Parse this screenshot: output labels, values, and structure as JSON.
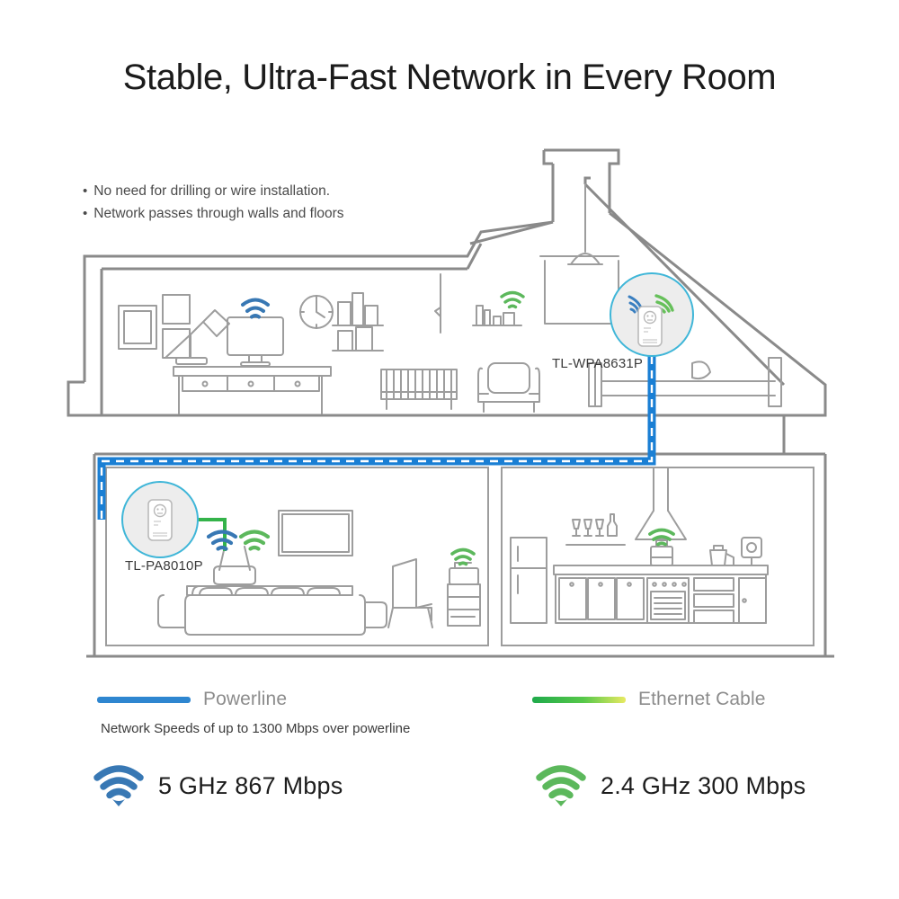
{
  "page": {
    "title": "Stable, Ultra-Fast Network in Every Room",
    "background": "#ffffff"
  },
  "bullets": [
    {
      "marker": "•",
      "text": "No need for drilling or wire installation."
    },
    {
      "marker": "•",
      "text": "Network passes through walls and floors"
    }
  ],
  "devices": [
    {
      "id": "wpa",
      "label": "TL-WPA8631P",
      "floor": "upper",
      "wifi": [
        "5ghz",
        "2.4ghz"
      ]
    },
    {
      "id": "pa",
      "label": "TL-PA8010P",
      "floor": "lower",
      "wifi": []
    }
  ],
  "legend": {
    "powerline": {
      "label": "Powerline",
      "color": "#2e86d0"
    },
    "ethernet": {
      "label": "Ethernet Cable",
      "color_start": "#1faa4b",
      "color_end": "#e8ea62"
    },
    "caption": "Network Speeds of up to 1300 Mbps over powerline"
  },
  "specs": [
    {
      "icon": "wifi-icon-5ghz",
      "text": "5 GHz  867 Mbps",
      "color": "#3878b4"
    },
    {
      "icon": "wifi-icon-24ghz",
      "text": "2.4 GHz  300 Mbps",
      "color": "#5cb85c"
    }
  ],
  "colors": {
    "line": "#8a8a8a",
    "line_light": "#9d9d9d",
    "wall": "#8a8a8a",
    "powerline_blue": "#1a7fd4",
    "ethernet_green": "#34b34a",
    "wifi_blue": "#3878b4",
    "wifi_green": "#5cb85c",
    "callout_fill": "#ededed",
    "callout_stroke": "#3fb6d8",
    "text_dark": "#1b1b1b",
    "text_muted": "#8c8c8c"
  },
  "scene": {
    "upper_floor_rooms": [
      "study",
      "bedroom"
    ],
    "lower_floor_rooms": [
      "living-room",
      "kitchen"
    ],
    "upper_items": [
      "picture-frames",
      "desk-lamp",
      "monitor",
      "wall-clock",
      "bookshelf",
      "desk",
      "radiator",
      "armchair",
      "pendant-lamp",
      "bed",
      "books-shelf"
    ],
    "lower_items": [
      "wifi-router",
      "wall-tv",
      "sofa",
      "armchair",
      "side-table",
      "printer",
      "refrigerator",
      "kitchen-cabinets",
      "oven",
      "range-hood",
      "coffee-machine",
      "kettle",
      "wine-glasses",
      "wall-socket"
    ]
  }
}
